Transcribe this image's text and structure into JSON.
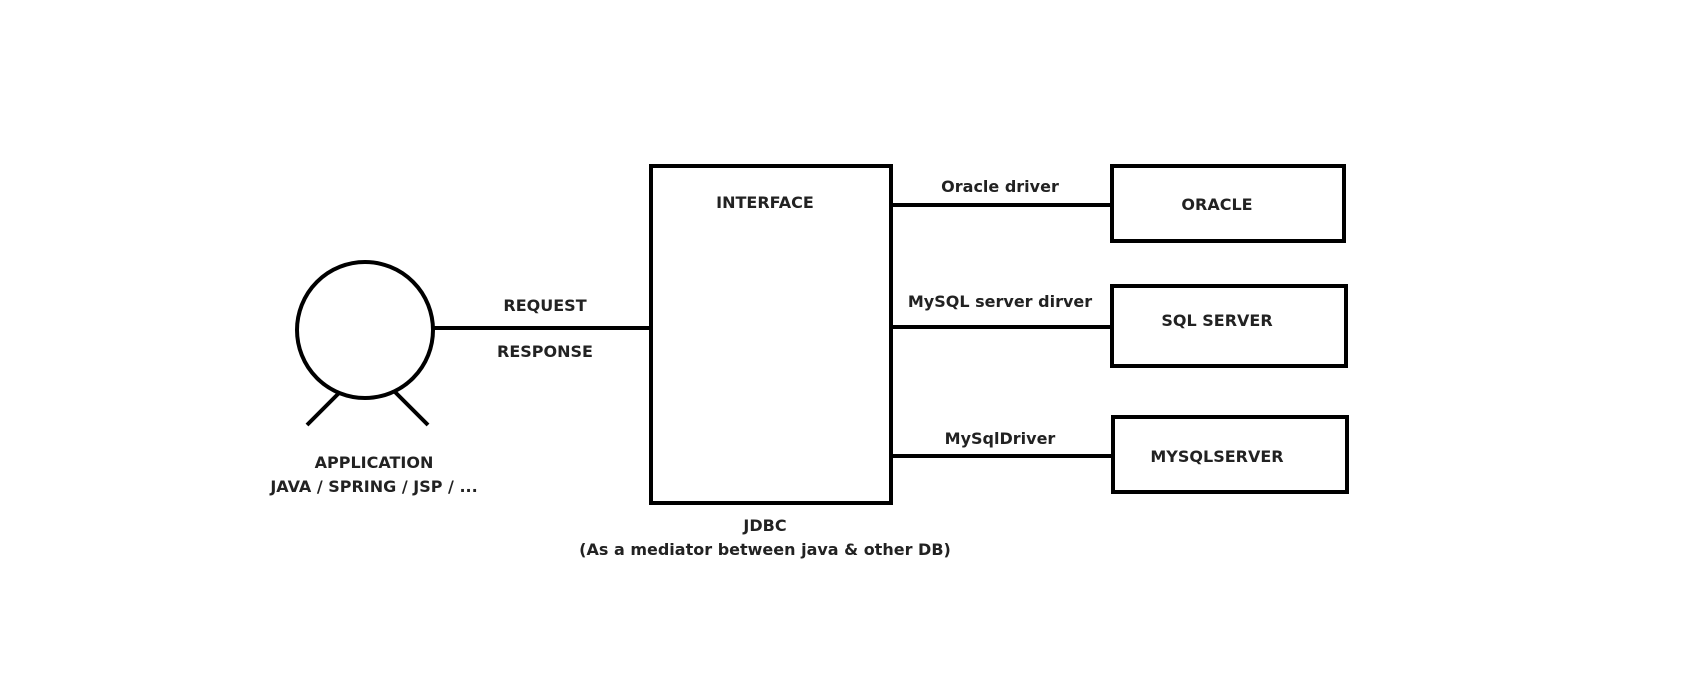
{
  "application": {
    "title": "APPLICATION",
    "subtitle": "JAVA / SPRING / JSP / ..."
  },
  "link": {
    "request": "REQUEST",
    "response": "RESPONSE"
  },
  "jdbc": {
    "interface": "INTERFACE",
    "name": "JDBC",
    "description": "(As a mediator between java & other DB)"
  },
  "databases": [
    {
      "name": "ORACLE",
      "driver": "Oracle driver"
    },
    {
      "name": "SQL SERVER",
      "driver": "MySQL server dirver"
    },
    {
      "name": "MYSQLSERVER",
      "driver": "MySqlDriver"
    }
  ],
  "colors": {
    "stroke": "#000000",
    "text": "#222222",
    "background": "#ffffff"
  }
}
